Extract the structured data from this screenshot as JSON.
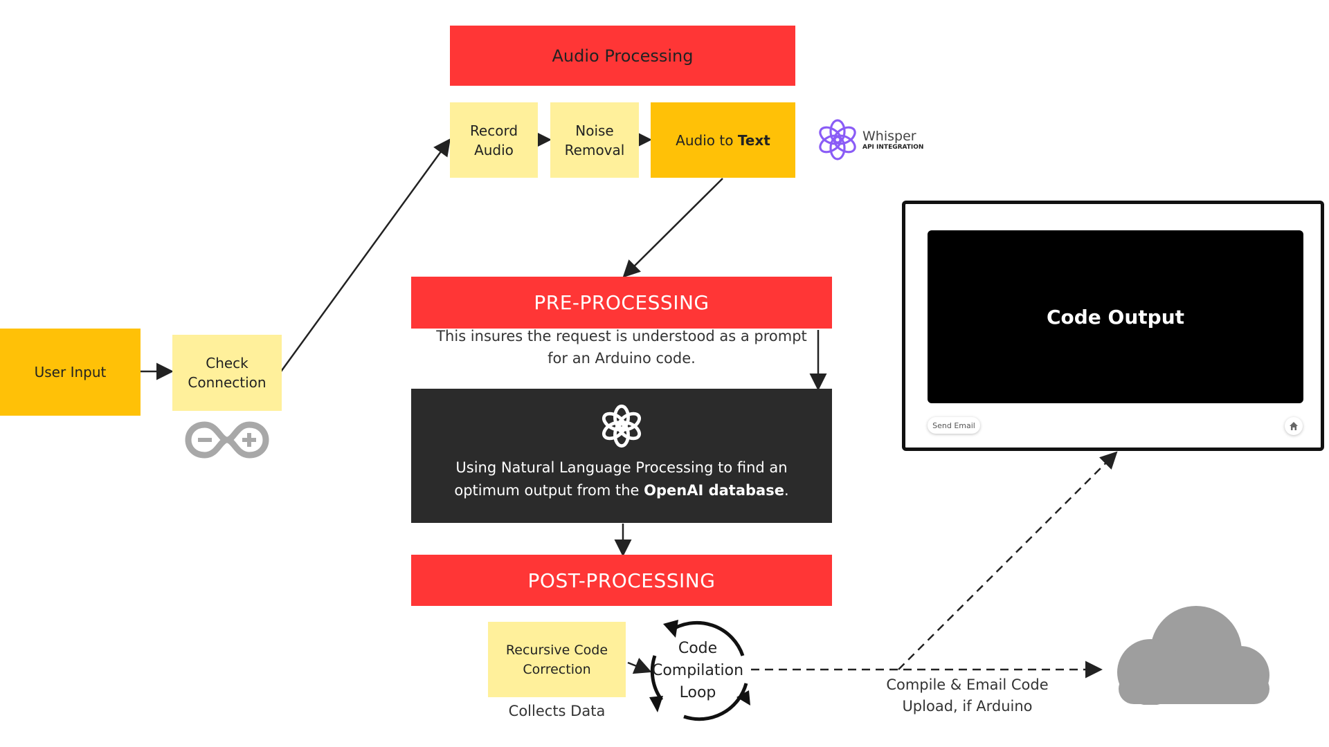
{
  "audio": {
    "title": "Audio Processing",
    "record": "Record Audio",
    "noise": "Noise Removal",
    "to_text_prefix": "Audio to ",
    "to_text_bold": "Text"
  },
  "whisper": {
    "name": "Whisper",
    "sub": "API INTEGRATION"
  },
  "pre": {
    "title": "PRE-PROCESSING",
    "desc": "This insures the request is understood as a prompt for an Arduino code."
  },
  "nlp": {
    "text_a": "Using Natural Language Processing to find an optimum output from the ",
    "text_bold": "OpenAI database",
    "text_b": "."
  },
  "post": {
    "title": "POST-PROCESSING",
    "recursive": "Recursive Code Correction",
    "collects": "Collects Data",
    "loop": "Code Compilation Loop"
  },
  "user_input": "User Input",
  "check_connection": "Check Connection",
  "output": {
    "title": "Code Output",
    "send_email": "Send Email"
  },
  "compile_label_1": "Compile & Email Code",
  "compile_label_2": "Upload, if Arduino",
  "colors": {
    "red": "#ff3636",
    "pale_yellow": "#fff09b",
    "amber": "#ffc107",
    "dark": "#2b2b2b",
    "cloud": "#9e9e9e",
    "whisper": "#8a5cf6"
  },
  "icons": [
    "arduino-logo-icon",
    "openai-logo-icon",
    "whisper-logo-icon",
    "cloud-icon",
    "home-icon"
  ]
}
